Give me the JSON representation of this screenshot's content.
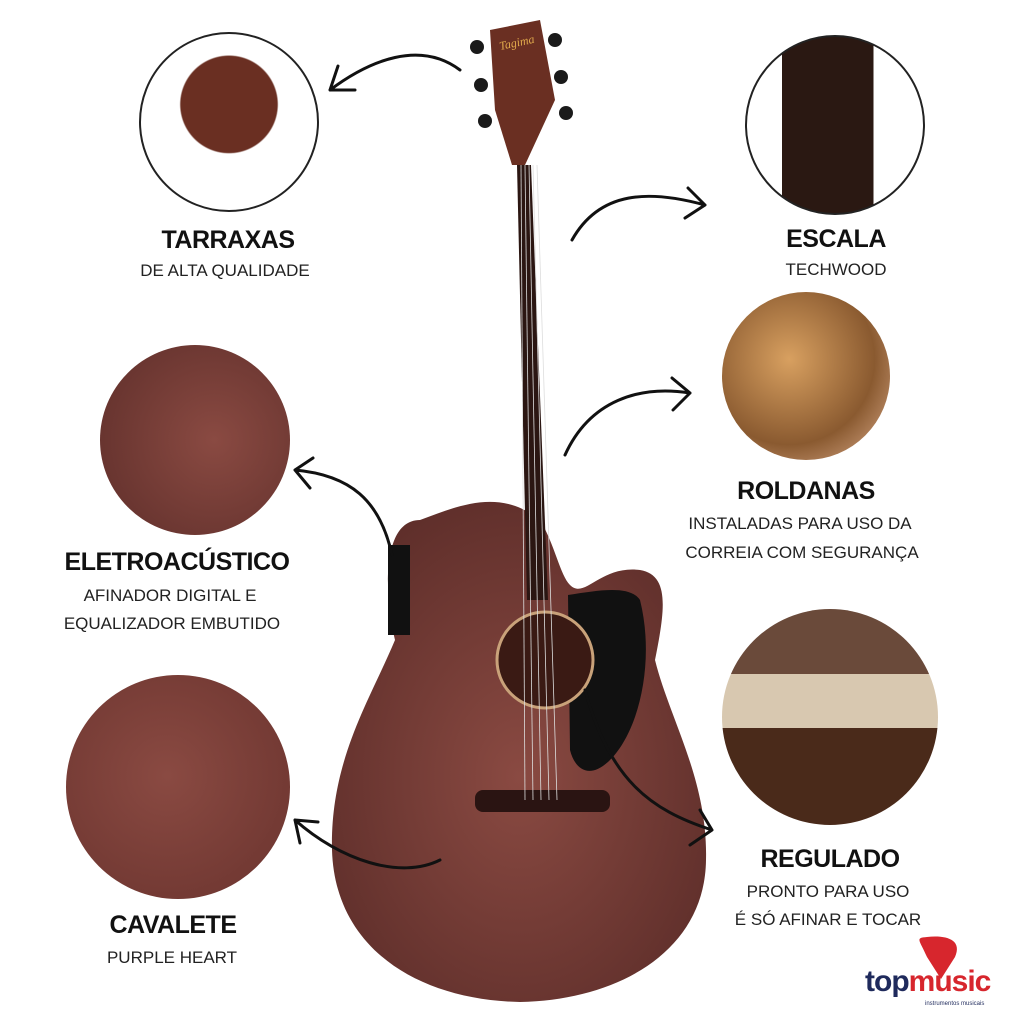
{
  "features": {
    "tarraxas": {
      "title": "TARRAXAS",
      "lines": [
        "DE ALTA QUALIDADE"
      ]
    },
    "escala": {
      "title": "ESCALA",
      "lines": [
        "TECHWOOD"
      ]
    },
    "eletro": {
      "title": "ELETROACÚSTICO",
      "lines": [
        "AFINADOR DIGITAL E",
        "EQUALIZADOR EMBUTIDO"
      ]
    },
    "roldanas": {
      "title": "ROLDANAS",
      "lines": [
        "INSTALADAS PARA USO DA",
        "CORREIA COM SEGURANÇA"
      ]
    },
    "regulado": {
      "title": "REGULADO",
      "lines": [
        "PRONTO PARA USO",
        "É SÓ AFINAR E TOCAR"
      ]
    },
    "cavalete": {
      "title": "CAVALETE",
      "lines": [
        "PURPLE HEART"
      ]
    }
  },
  "brand": {
    "headstock_logo": "Tagima",
    "store_top": "top",
    "store_music": "music",
    "store_tagline": "instrumentos musicais"
  },
  "colors": {
    "wood": "#7a3f38",
    "logo_blue": "#1f2a5c",
    "logo_red": "#d7262d"
  }
}
